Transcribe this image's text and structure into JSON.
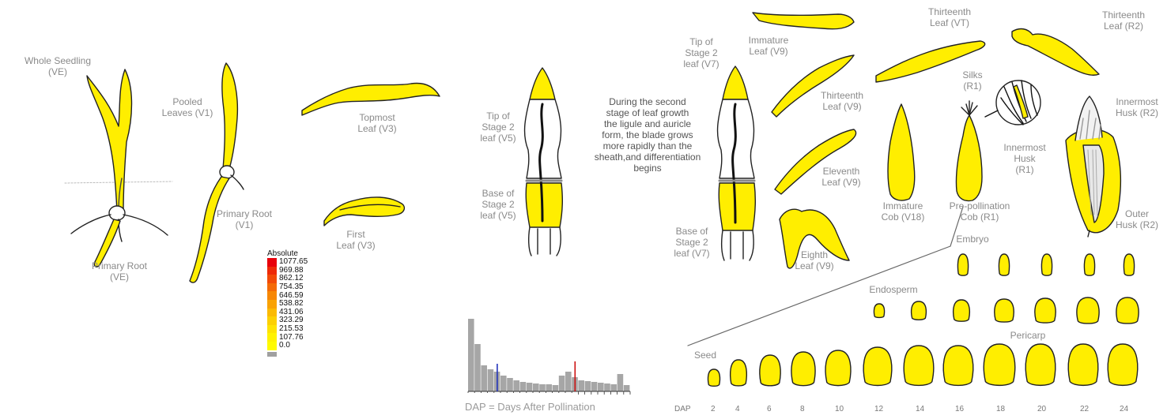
{
  "labels": {
    "whole_seedling": "Whole Seedling\n(VE)",
    "primary_root_ve": "Primary Root\n(VE)",
    "pooled_leaves": "Pooled\nLeaves (V1)",
    "primary_root_v1": "Primary Root\n(V1)",
    "topmost_leaf": "Topmost\nLeaf (V3)",
    "first_leaf": "First\nLeaf (V3)",
    "tip_v5": "Tip of\nStage 2\nleaf (V5)",
    "base_v5": "Base of\nStage 2\nleaf (V5)",
    "description": "During the second\nstage of leaf growth\nthe ligule and auricle\nform, the blade grows\nmore rapidly than the\nsheath,and differentiation\nbegins",
    "tip_v7": "Tip of\nStage 2\nleaf (V7)",
    "base_v7": "Base of\nStage 2\nleaf (V7)",
    "immature_leaf": "Immature\nLeaf (V9)",
    "thirteenth_v9": "Thirteenth\nLeaf (V9)",
    "eleventh_v9": "Eleventh\nLeaf (V9)",
    "eighth_v9": "Eighth\nLeaf (V9)",
    "thirteenth_vt": "Thirteenth\nLeaf (VT)",
    "thirteenth_r2": "Thirteenth\nLeaf (R2)",
    "silks": "Silks\n(R1)",
    "innermost_husk_r1": "Innermost\nHusk\n(R1)",
    "innermost_husk_r2": "Innermost\nHusk (R2)",
    "outer_husk": "Outer\nHusk (R2)",
    "immature_cob": "Immature\nCob (V18)",
    "prepollination_cob": "Pre-pollination\nCob (R1)",
    "embryo": "Embryo",
    "endosperm": "Endosperm",
    "pericarp": "Pericarp",
    "seed": "Seed"
  },
  "legend": {
    "title": "Absolute",
    "values": [
      "1077.65",
      "969.88",
      "862.12",
      "754.35",
      "646.59",
      "538.82",
      "431.06",
      "323.29",
      "215.53",
      "107.76",
      "0.0"
    ],
    "colors": [
      "#e8000b",
      "#ee2a08",
      "#f24a07",
      "#f46a06",
      "#f78705",
      "#f9a204",
      "#fbba03",
      "#fcd002",
      "#fee302",
      "#fff200",
      "#fffb00"
    ],
    "bottom_color": "#a0a0a0"
  },
  "plant_color": "#ffee00",
  "histogram": {
    "values": [
      92,
      60,
      33,
      28,
      25,
      20,
      17,
      14,
      12,
      11,
      10,
      9,
      9,
      8,
      20,
      25,
      18,
      14,
      13,
      12,
      11,
      10,
      9,
      22,
      8
    ],
    "blue_marker_index": 4,
    "red_marker_index": 16,
    "bar_color": "#a6a6a6",
    "blue_color": "#2233bb",
    "red_color": "#cc1111"
  },
  "dap": {
    "caption": "DAP = Days After Pollination",
    "prefix": "DAP",
    "days": [
      "2",
      "4",
      "6",
      "8",
      "10",
      "12",
      "14",
      "16",
      "18",
      "20",
      "22",
      "24"
    ]
  }
}
